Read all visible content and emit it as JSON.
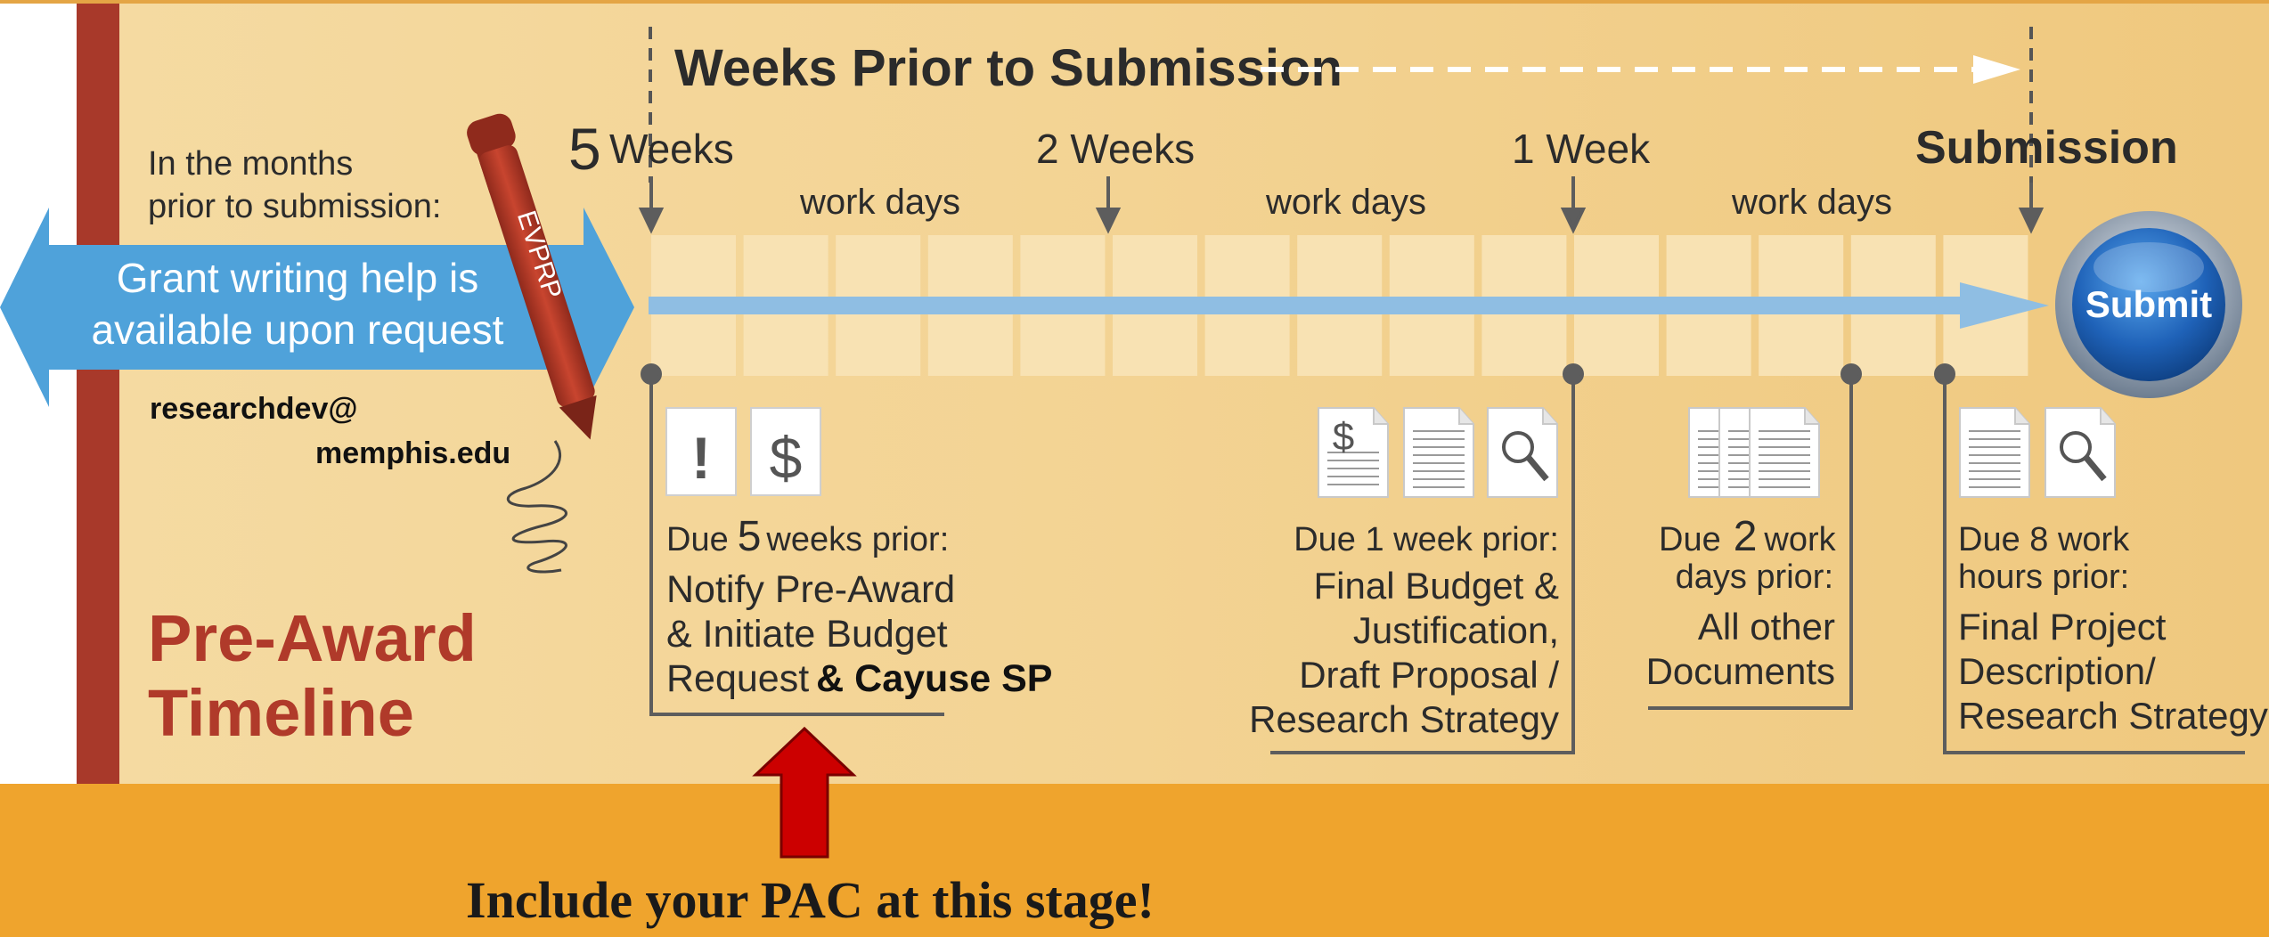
{
  "header": {
    "weeks_title": "Weeks Prior to Submission"
  },
  "sidebar": {
    "months_line1": "In the months",
    "months_line2": "prior to submission:",
    "help_line1": "Grant writing help is",
    "help_line2": "available upon request",
    "email_line1": "researchdev@",
    "email_line2": "memphis.edu",
    "pen_label": "EVPRP",
    "title_line1": "Pre-Award",
    "title_line2": "Timeline"
  },
  "markers": {
    "five_num": "5",
    "five_weeks": "Weeks",
    "two_weeks": "2 Weeks",
    "one_week": "1 Week",
    "submission": "Submission",
    "work_days_1": "work days",
    "work_days_2": "work days",
    "work_days_3": "work days"
  },
  "submit_button": {
    "label": "Submit"
  },
  "icons": {
    "alert_icon": "!",
    "dollar_icon": "$",
    "budget_doc_dollar": "$"
  },
  "milestones": {
    "m1": {
      "due_pre": "Due",
      "due_num": "5",
      "due_post": "weeks prior:",
      "line1": "Notify Pre-Award",
      "line2": "& Initiate Budget",
      "line3_a": "Request",
      "line3_b": "& Cayuse SP"
    },
    "m2": {
      "due": "Due 1 week prior:",
      "line1": "Final Budget &",
      "line2": "Justification,",
      "line3": "Draft Proposal /",
      "line4": "Research Strategy"
    },
    "m3": {
      "due_pre": "Due",
      "due_num": "2",
      "due_post": "work",
      "due_line2": "days prior:",
      "line1": "All other",
      "line2": "Documents"
    },
    "m4": {
      "due_line1": "Due 8 work",
      "due_line2": "hours prior:",
      "line1": "Final Project",
      "line2": "Description/",
      "line3": "Research Strategy"
    }
  },
  "footer": {
    "note": "Include your PAC at this stage!"
  },
  "colors": {
    "panel": "#f2cf8b",
    "orange_band": "#efa42d",
    "red_stripe": "#a8392a",
    "blue_arrow": "#4fa2da",
    "title_red": "#b03a2a",
    "text_dark": "#2b2b2b",
    "line_gray": "#5d5d5d",
    "callout_red": "#cc0000"
  }
}
